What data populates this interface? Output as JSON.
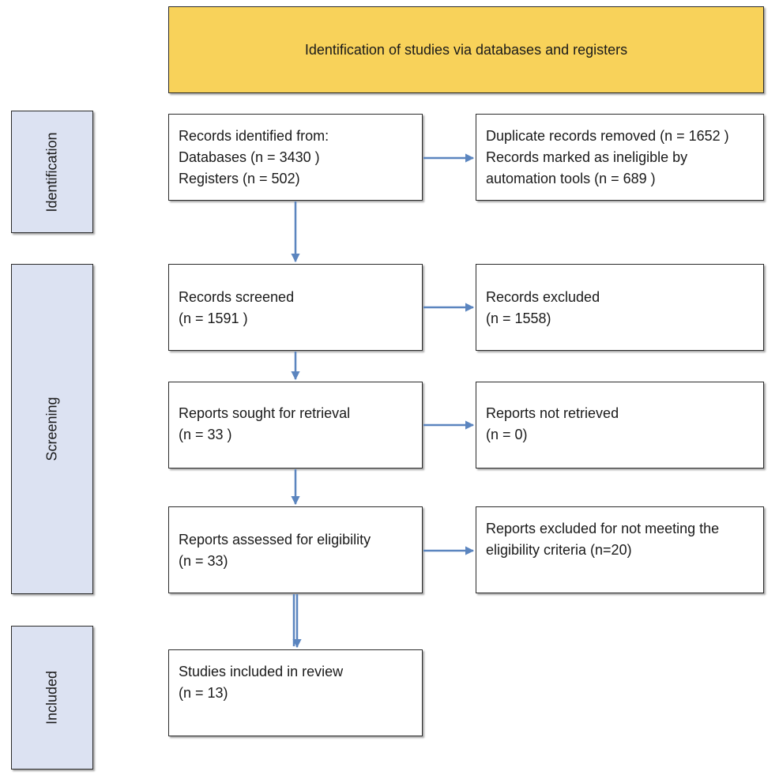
{
  "colors": {
    "header_fill": "#f8d25a",
    "side_fill": "#dce2f2",
    "arrow": "#5b85bf"
  },
  "header": {
    "title": "Identification of studies via databases and registers"
  },
  "sidebar": {
    "identification": "Identification",
    "screening": "Screening",
    "included": "Included"
  },
  "flow": {
    "identified": {
      "lines": [
        "Records identified from:",
        "Databases (n = 3430 )",
        "Registers (n = 502)"
      ]
    },
    "removed": {
      "lines": [
        "Duplicate records removed (n = 1652 )",
        "Records marked as ineligible by",
        "automation tools (n = 689 )"
      ]
    },
    "screened": {
      "lines": [
        "Records screened",
        "(n = 1591 )"
      ]
    },
    "excluded": {
      "lines": [
        "Records excluded",
        "(n = 1558)"
      ]
    },
    "sought": {
      "lines": [
        "Reports sought for retrieval",
        "(n = 33 )"
      ]
    },
    "not_retrieved": {
      "lines": [
        "Reports not retrieved",
        "(n = 0)"
      ]
    },
    "assessed": {
      "lines": [
        "Reports assessed for eligibility",
        "(n = 33)"
      ]
    },
    "excluded_eligibility": {
      "lines": [
        "Reports excluded for not meeting the",
        "eligibility criteria (n=20)"
      ]
    },
    "included": {
      "lines": [
        "Studies included in review",
        "(n = 13)"
      ]
    }
  }
}
